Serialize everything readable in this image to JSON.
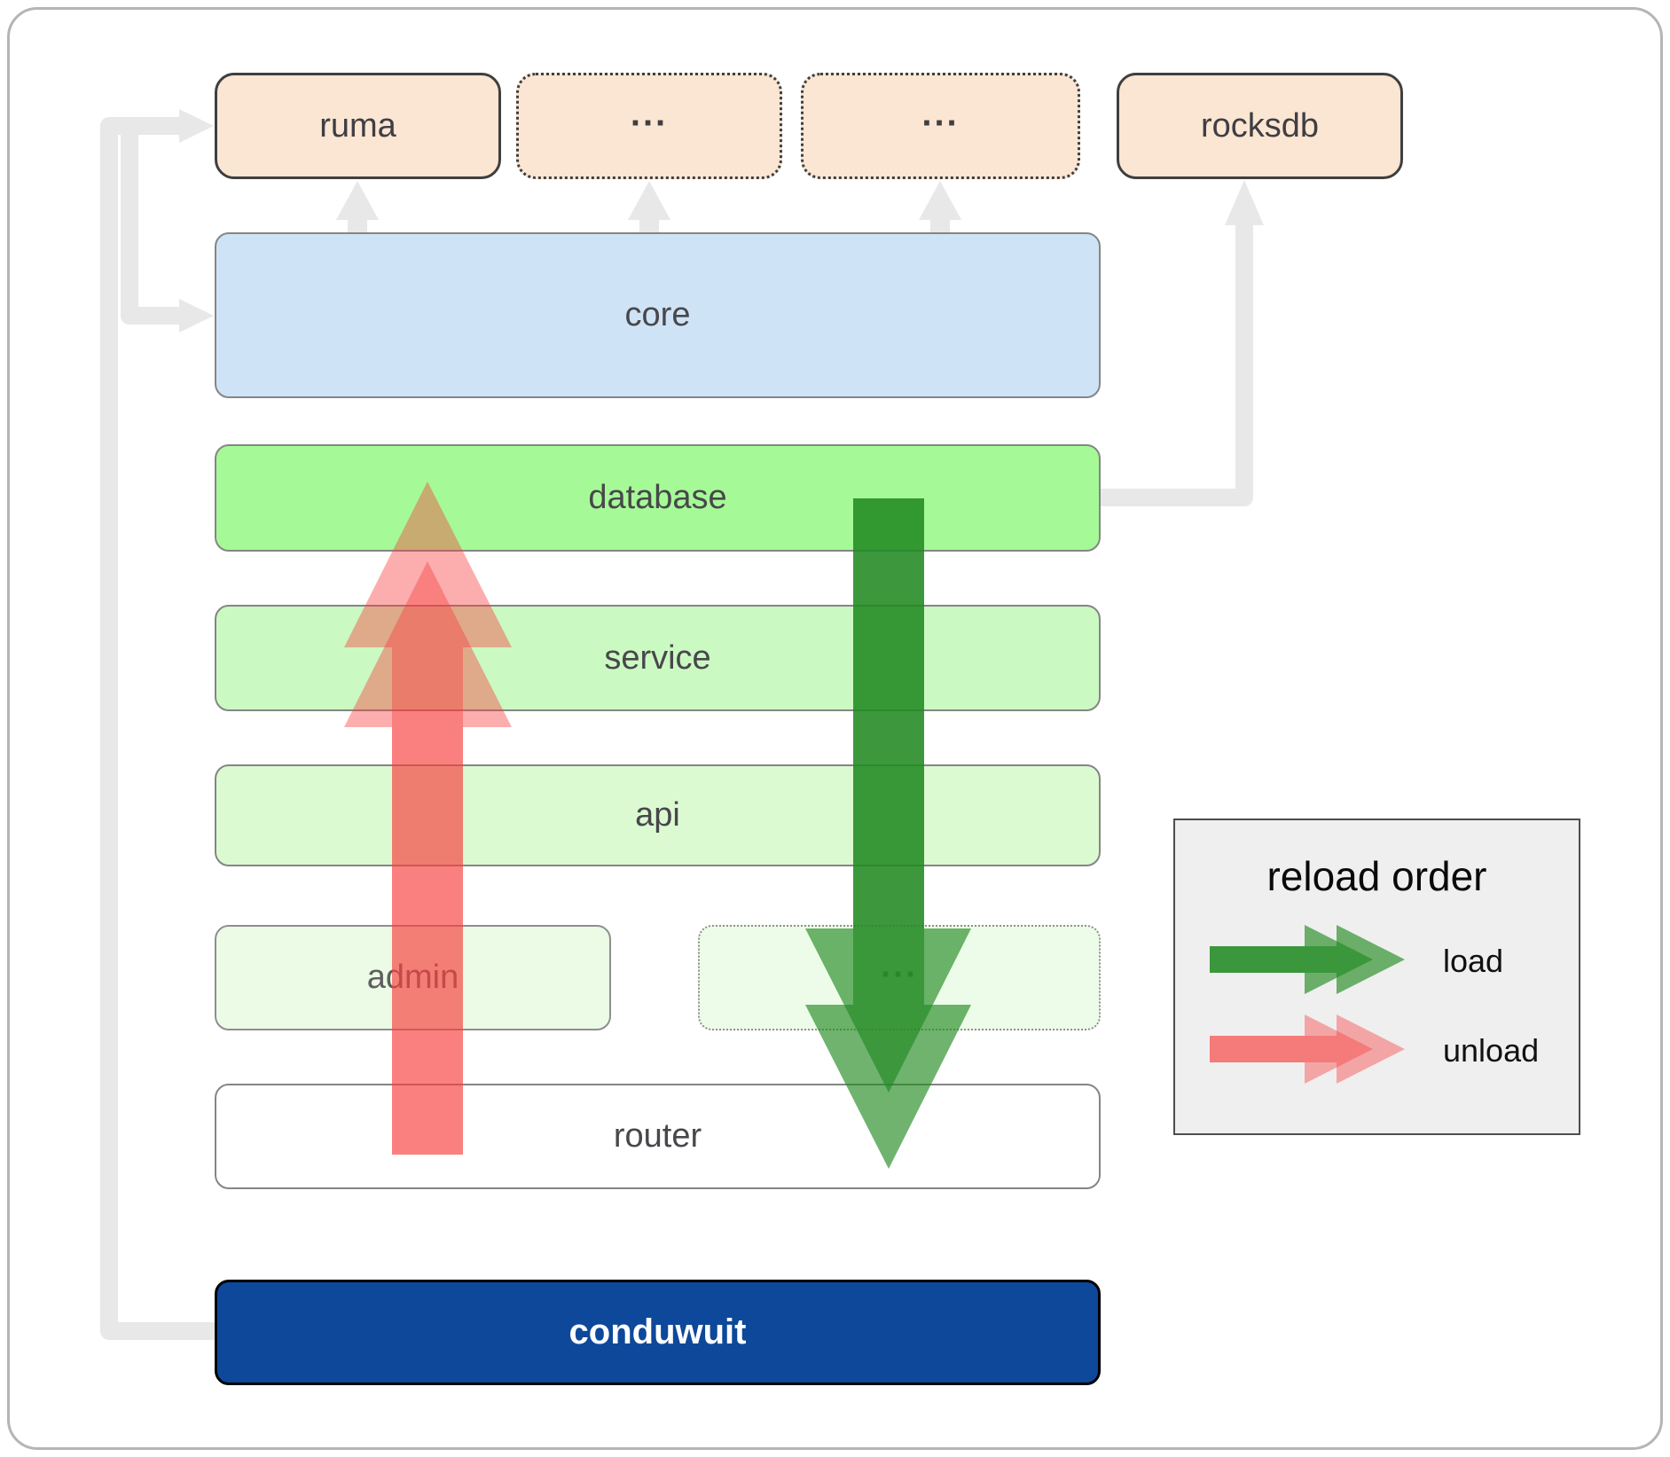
{
  "diagram": {
    "top_row": [
      {
        "label": "ruma"
      },
      {
        "label": "..."
      },
      {
        "label": "..."
      },
      {
        "label": "rocksdb"
      }
    ],
    "core": {
      "label": "core"
    },
    "database": {
      "label": "database"
    },
    "service": {
      "label": "service"
    },
    "api": {
      "label": "api"
    },
    "admin": {
      "label": "admin"
    },
    "admin_dots": {
      "label": "..."
    },
    "router": {
      "label": "router"
    },
    "app": {
      "label": "conduwuit"
    }
  },
  "legend": {
    "title": "reload order",
    "items": [
      {
        "label": "load"
      },
      {
        "label": "unload"
      }
    ]
  },
  "colors": {
    "connector": "#E8E8E8",
    "load": "rgba(34,139,34,0.65)",
    "unload": "rgba(249,62,62,0.42)",
    "load_base": "#228B22",
    "unload_base": "#F93E3E",
    "app_blue": "#0D489B",
    "crate_peach": "#FBE5D3",
    "core_blue": "#CFE3F6",
    "database_green": "#A5FA97",
    "service_green": "#CBF9C2",
    "api_green": "#DBFAD2",
    "admin_green": "#EBFBE5",
    "router_white": "#FFFFFF",
    "legend_bg": "#EFEFEF"
  }
}
